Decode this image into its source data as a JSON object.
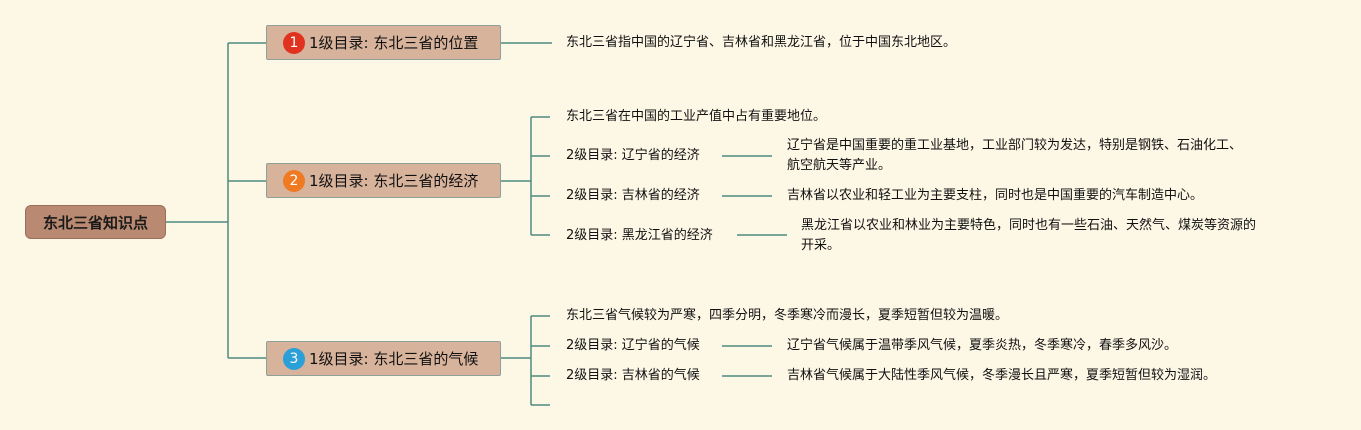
{
  "root": {
    "label": "东北三省知识点"
  },
  "branches": [
    {
      "badge": "1",
      "badge_color": "#e0321e",
      "label": "1级目录: 东北三省的位置",
      "facts": [
        "东北三省指中国的辽宁省、吉林省和黑龙江省，位于中国东北地区。"
      ]
    },
    {
      "badge": "2",
      "badge_color": "#f07a22",
      "label": "1级目录: 东北三省的经济",
      "facts": [
        "东北三省在中国的工业产值中占有重要地位。"
      ],
      "subtopics": [
        {
          "label": "2级目录: 辽宁省的经济",
          "detail": [
            "辽宁省是中国重要的重工业基地，工业部门较为发达，特别是钢铁、石油化工、",
            "航空航天等产业。"
          ]
        },
        {
          "label": "2级目录: 吉林省的经济",
          "detail": [
            "吉林省以农业和轻工业为主要支柱，同时也是中国重要的汽车制造中心。"
          ]
        },
        {
          "label": "2级目录: 黑龙江省的经济",
          "detail": [
            "黑龙江省以农业和林业为主要特色，同时也有一些石油、天然气、煤炭等资源的",
            "开采。"
          ]
        }
      ]
    },
    {
      "badge": "3",
      "badge_color": "#2b9fd8",
      "label": "1级目录: 东北三省的气候",
      "facts": [
        "东北三省气候较为严寒，四季分明，冬季寒冷而漫长，夏季短暂但较为温暖。"
      ],
      "subtopics": [
        {
          "label": "2级目录: 辽宁省的气候",
          "detail": [
            "辽宁省气候属于温带季风气候，夏季炎热，冬季寒冷，春季多风沙。"
          ]
        },
        {
          "label": "2级目录: 吉林省的气候",
          "detail": [
            "吉林省气候属于大陆性季风气候，冬季漫长且严寒，夏季短暂但较为湿润。"
          ]
        }
      ]
    }
  ],
  "colors": {
    "connector": "#4f8c80",
    "root_fill": "#b98a71",
    "topic_fill": "#d8b39b",
    "background": "#fdf7e6"
  }
}
